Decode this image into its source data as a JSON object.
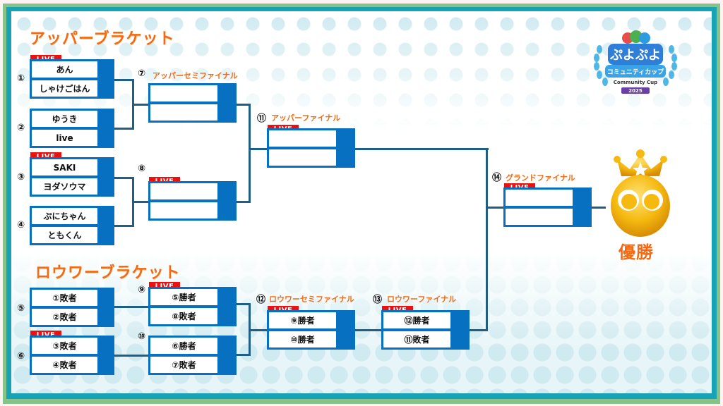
{
  "upper_bracket": {
    "title": "アッパーブラケット",
    "matches": [
      {
        "no": "①",
        "live": "LIVE",
        "top": "あん",
        "bottom": "しゃけごはん"
      },
      {
        "no": "②",
        "top": "ゆうき",
        "bottom": "live"
      },
      {
        "no": "③",
        "live": "LIVE",
        "top": "SAKI",
        "bottom": "ヨダソウマ"
      },
      {
        "no": "④",
        "top": "ぷにちゃん",
        "bottom": "ともくん"
      },
      {
        "no": "⑦",
        "round": "アッパーセミファイナル",
        "top": "",
        "bottom": ""
      },
      {
        "no": "⑧",
        "live": "LIVE",
        "top": "",
        "bottom": ""
      },
      {
        "no": "⑪",
        "round": "アッパーファイナル",
        "live": "LIVE",
        "top": "",
        "bottom": ""
      }
    ]
  },
  "lower_bracket": {
    "title": "ロウワーブラケット",
    "matches": [
      {
        "no": "⑤",
        "top": "①敗者",
        "bottom": "②敗者"
      },
      {
        "no": "⑥",
        "live": "LIVE",
        "top": "③敗者",
        "bottom": "④敗者"
      },
      {
        "no": "⑨",
        "live": "LIVE",
        "top": "⑤勝者",
        "bottom": "⑧敗者"
      },
      {
        "no": "⑩",
        "top": "⑥勝者",
        "bottom": "⑦敗者"
      },
      {
        "no": "⑫",
        "round": "ロウワーセミファイナル",
        "live": "LIVE",
        "top": "⑨勝者",
        "bottom": "⑩勝者"
      },
      {
        "no": "⑬",
        "round": "ロウワーファイナル",
        "live": "LIVE",
        "top": "⑫勝者",
        "bottom": "⑪敗者"
      }
    ]
  },
  "grand_final": {
    "no": "⑭",
    "round": "グランドファイナル",
    "live": "LIVE",
    "top": "",
    "bottom": ""
  },
  "champion_label": "優勝",
  "logo": {
    "line1": "ぷよぷよ",
    "line2": "コミュニティカップ",
    "line3": "Community Cup",
    "year": "2025"
  },
  "colors": {
    "accent_orange": "#f36a12",
    "bracket_blue": "#0770c0",
    "live_red": "#ee0f0f",
    "line": "#1f5f86"
  }
}
